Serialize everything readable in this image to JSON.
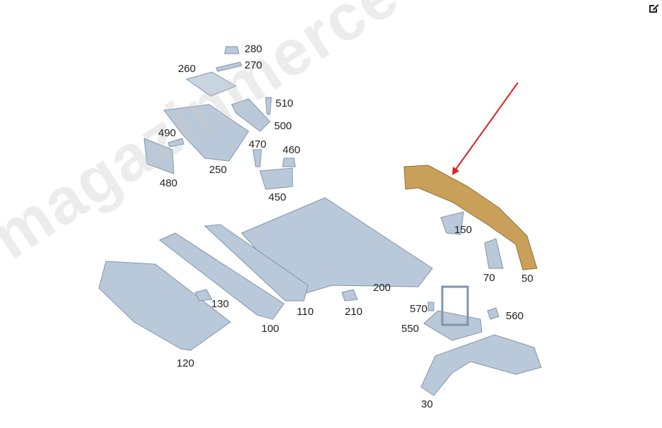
{
  "toolbar": {
    "edit_icon": "edit-icon"
  },
  "watermark": "magazinmercedes.ru",
  "colors": {
    "part": "#b9c9d9",
    "part_stroke": "#7f95ab",
    "highlight": "#c8a05a",
    "arrow": "#e02020"
  },
  "highlighted_part": "50",
  "labels": [
    "280",
    "270",
    "260",
    "510",
    "500",
    "490",
    "470",
    "460",
    "250",
    "480",
    "450",
    "150",
    "200",
    "70",
    "50",
    "130",
    "110",
    "210",
    "100",
    "570",
    "560",
    "550",
    "120",
    "30"
  ]
}
